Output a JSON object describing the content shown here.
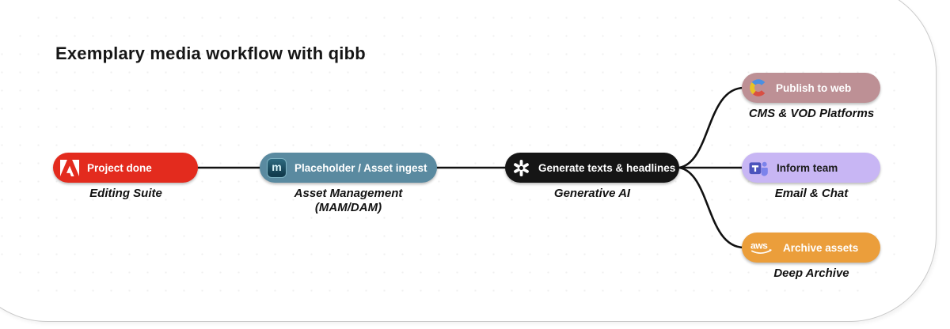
{
  "header": {
    "title": "Exemplary media workflow with qibb"
  },
  "nodes": {
    "project": {
      "label": "Project done",
      "caption": "Editing Suite",
      "color": "#e32b1e",
      "icon": "adobe-icon"
    },
    "ingest": {
      "label": "Placeholder / Asset ingest",
      "caption": "Asset Management",
      "caption2": "(MAM/DAM)",
      "color": "#5a8aa0",
      "icon": "mam-m-icon",
      "icon_text": "m"
    },
    "generate": {
      "label": "Generate texts & headlines",
      "caption": "Generative AI",
      "color": "#151515",
      "icon": "openai-icon"
    },
    "publish": {
      "label": "Publish to web",
      "caption": "CMS & VOD Platforms",
      "color": "#bd9095",
      "icon": "cms-c-icon"
    },
    "inform": {
      "label": "Inform team",
      "caption": "Email & Chat",
      "color": "#c8b6f4",
      "icon": "ms-teams-icon"
    },
    "archive": {
      "label": "Archive assets",
      "caption": "Deep Archive",
      "color": "#eb9e3b",
      "icon": "aws-icon",
      "icon_text": "aws"
    }
  },
  "connections": [
    [
      "project",
      "ingest"
    ],
    [
      "ingest",
      "generate"
    ],
    [
      "generate",
      "publish"
    ],
    [
      "generate",
      "inform"
    ],
    [
      "generate",
      "archive"
    ]
  ],
  "style_colors": {
    "wire": "#111111",
    "card_border": "#c9c9c9",
    "caption_text": "#121212"
  }
}
